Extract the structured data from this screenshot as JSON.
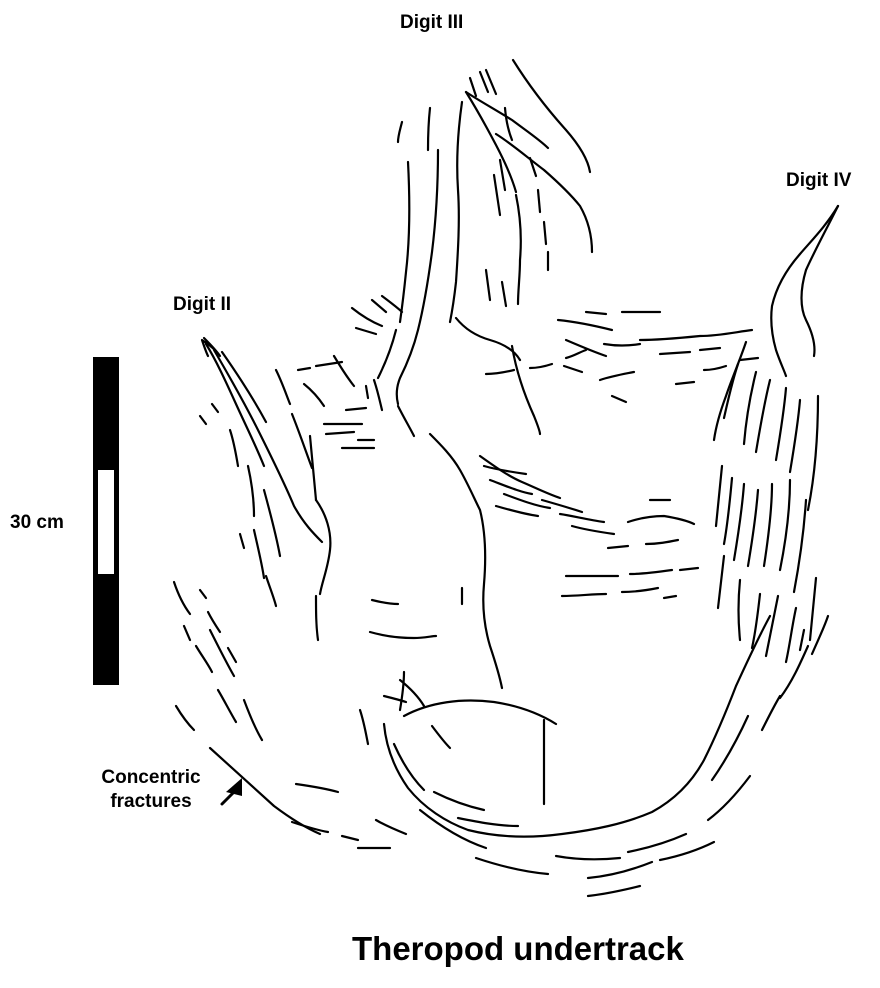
{
  "labels": {
    "digit_iii": "Digit III",
    "digit_iv": "Digit IV",
    "digit_ii": "Digit II",
    "scale": "30 cm",
    "concentric_line1": "Concentric",
    "concentric_line2": "fractures",
    "caption": "Theropod undertrack"
  },
  "colors": {
    "ink": "#000000",
    "background": "#ffffff",
    "scale_bar_fill": "#000000",
    "scale_bar_window": "#ffffff"
  },
  "icons": {
    "pointer": "arrow-icon"
  }
}
